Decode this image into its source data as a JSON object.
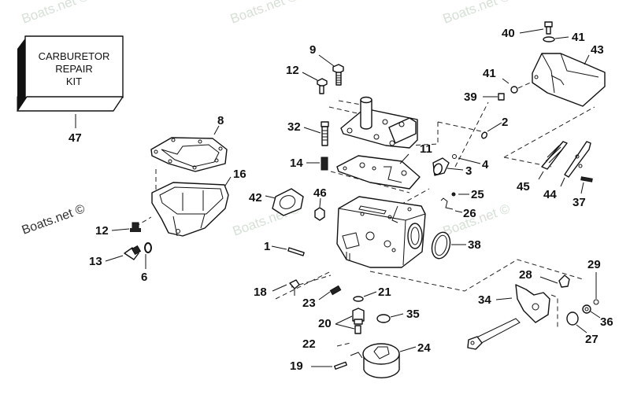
{
  "diagram": {
    "title": "Carburetor exploded parts diagram",
    "kit_label_lines": [
      "CARBURETOR",
      "REPAIR",
      "KIT"
    ],
    "watermark": "Boats.net ©",
    "callouts": {
      "c1": "1",
      "c2": "2",
      "c3": "3",
      "c4": "4",
      "c6": "6",
      "c8": "8",
      "c9": "9",
      "c11": "11",
      "c12a": "12",
      "c12b": "12",
      "c13": "13",
      "c14": "14",
      "c16": "16",
      "c18": "18",
      "c19": "19",
      "c20": "20",
      "c21": "21",
      "c22": "22",
      "c23": "23",
      "c24": "24",
      "c25": "25",
      "c26": "26",
      "c27": "27",
      "c28": "28",
      "c29": "29",
      "c32": "32",
      "c34": "34",
      "c35": "35",
      "c36": "36",
      "c37": "37",
      "c38": "38",
      "c39": "39",
      "c40": "40",
      "c41a": "41",
      "c41b": "41",
      "c42": "42",
      "c43": "43",
      "c44": "44",
      "c45": "45",
      "c46": "46",
      "c47": "47"
    }
  }
}
